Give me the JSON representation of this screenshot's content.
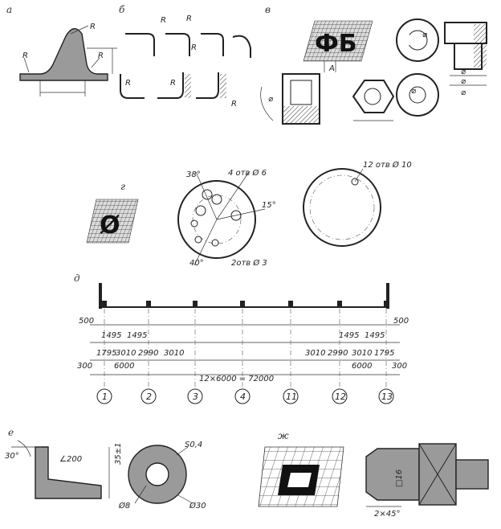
{
  "panels": {
    "a": "а",
    "b": "б",
    "v": "в",
    "g": "г",
    "d": "д",
    "e": "е",
    "zh": "ж"
  },
  "radius_labels": {
    "r": "R"
  },
  "dimension_symbols": {
    "diameter": "⌀",
    "a_letter": "A"
  },
  "fb_symbol": "ФБ",
  "phi_symbol": "Ø",
  "holes": {
    "four_holes": "4 отв Ø 6",
    "two_holes": "2отв Ø 3",
    "twelve_holes": "12 отв Ø 10",
    "angle_38": "38°",
    "angle_15": "15°",
    "angle_40": "40°"
  },
  "row_d": {
    "dim_500_left": "500",
    "dim_500_right": "500",
    "dim_300_left": "300",
    "dim_300_right": "300",
    "upper_left": [
      "1495",
      "1495"
    ],
    "upper_right": [
      "1495",
      "1495"
    ],
    "lower_left": [
      "1795",
      "3010",
      "2990",
      "3010"
    ],
    "lower_right": [
      "3010",
      "2990",
      "3010",
      "1795"
    ],
    "span_left": "6000",
    "span_right": "6000",
    "total": "12×6000 = 72000",
    "axes": [
      "1",
      "2",
      "3",
      "4",
      "11",
      "12",
      "13"
    ]
  },
  "row_e": {
    "angle_30": "30°",
    "slope": "∠200",
    "height": "35±1",
    "sphere": "S0,4",
    "d_inner": "Ø8",
    "d_outer": "Ø30"
  },
  "row_zh": {
    "square": "□16",
    "chamfer": "2×45°"
  }
}
